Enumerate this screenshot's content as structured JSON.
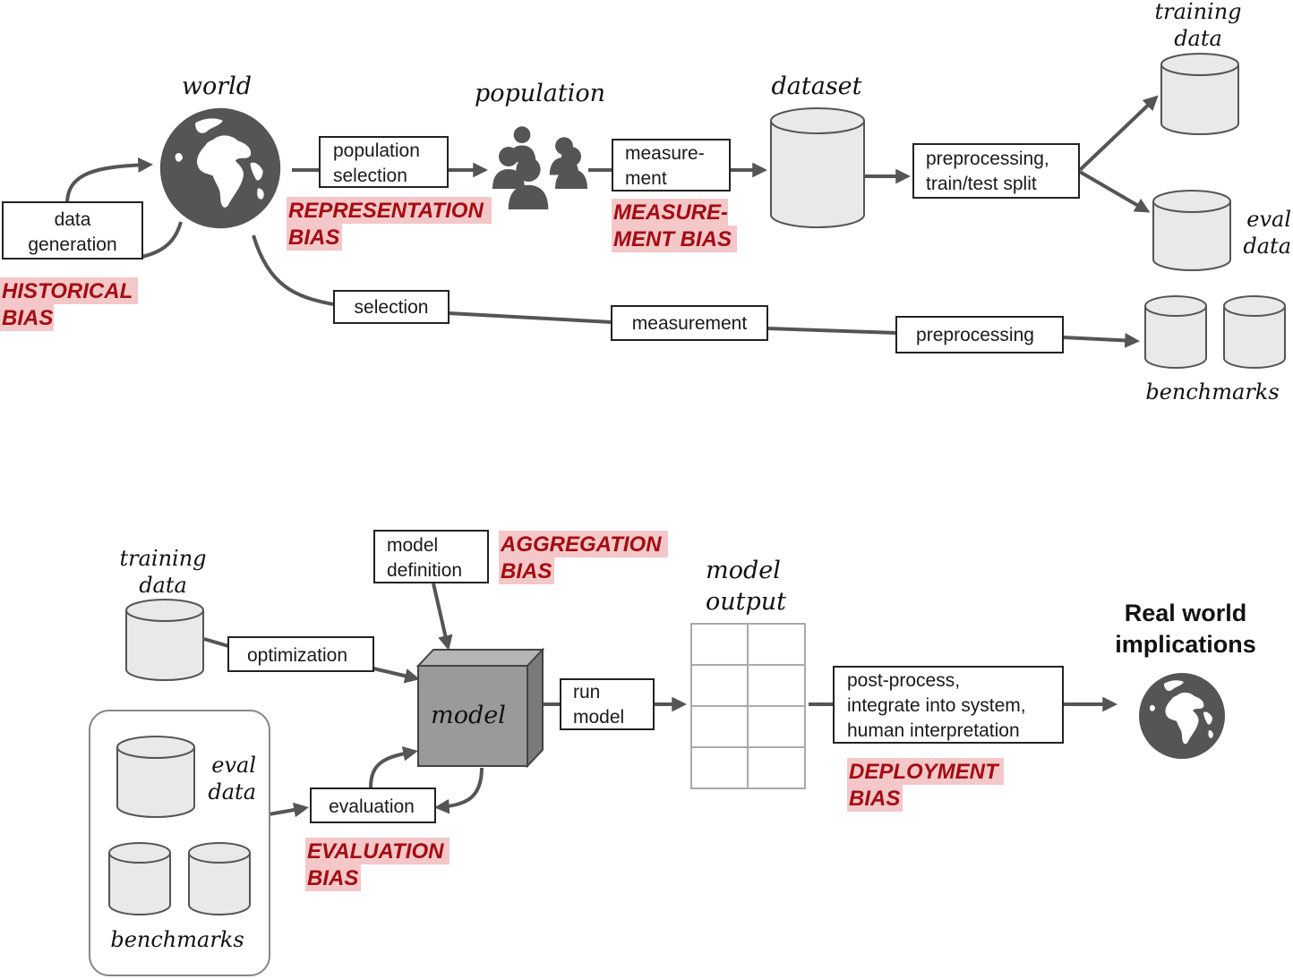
{
  "top": {
    "world_label": "world",
    "data_generation": [
      "data",
      "generation"
    ],
    "historical_bias": [
      "HISTORICAL",
      "BIAS"
    ],
    "population_selection": [
      "population",
      "selection"
    ],
    "representation_bias": [
      "REPRESENTATION",
      "BIAS"
    ],
    "population_label": "population",
    "measurement": [
      "measure-",
      "ment"
    ],
    "measurement_bias": [
      "MEASURE-",
      "MENT BIAS"
    ],
    "dataset_label": "dataset",
    "preprocessing_split": [
      "preprocessing,",
      "train/test split"
    ],
    "training_data_label": [
      "training",
      "data"
    ],
    "eval_data_label": [
      "eval",
      "data"
    ],
    "selection": "selection",
    "measurement_lower": "measurement",
    "preprocessing": "preprocessing",
    "benchmarks_label": "benchmarks"
  },
  "bottom": {
    "training_data_label": [
      "training",
      "data"
    ],
    "model_definition": [
      "model",
      "definition"
    ],
    "aggregation_bias": [
      "AGGREGATION",
      "BIAS"
    ],
    "optimization": "optimization",
    "model_label": "model",
    "run_model": [
      "run",
      "model"
    ],
    "model_output_label": [
      "model",
      "output"
    ],
    "post_process": [
      "post-process,",
      "integrate into system,",
      "human interpretation"
    ],
    "deployment_bias": [
      "DEPLOYMENT",
      "BIAS"
    ],
    "real_world": [
      "Real world",
      "implications"
    ],
    "eval_data_label": [
      "eval",
      "data"
    ],
    "benchmarks_label": "benchmarks",
    "evaluation": "evaluation",
    "evaluation_bias": [
      "EVALUATION",
      "BIAS"
    ]
  },
  "colors": {
    "bias_text": "#a30d12",
    "bias_highlight": "#f4c7c9",
    "connector": "#555555",
    "cylinder_fill": "#e9e9e9",
    "model_cube": "#9a9a9a",
    "globe": "#555555"
  }
}
